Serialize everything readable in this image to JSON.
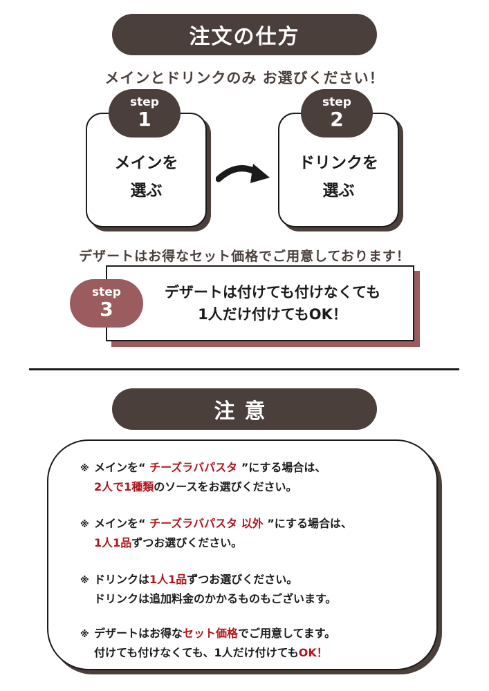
{
  "header": {
    "title": "注文の仕方",
    "subtitle": "メインとドリンクのみ お選びください！"
  },
  "steps": [
    {
      "label": "step",
      "number": "1",
      "line1": "メインを",
      "line2": "選ぶ"
    },
    {
      "label": "step",
      "number": "2",
      "line1": "ドリンクを",
      "line2": "選ぶ"
    }
  ],
  "dessert": {
    "subtitle": "デザートはお得なセット価格でご用意しております！",
    "step": {
      "label": "step",
      "number": "3"
    },
    "line1": "デザートは付けても付けなくても",
    "line2": "1人だけ付けてもOK！"
  },
  "caution": {
    "title": "注意",
    "mark": "※",
    "notes": [
      {
        "l1_a": "メインを“ ",
        "l1_b": "チーズラバパスタ",
        "l1_c": " ”にする場合は、",
        "l2_a": "2人で1種類",
        "l2_b": "のソースをお選びください。"
      },
      {
        "l1_a": "メインを“ ",
        "l1_b": "チーズラバパスタ 以外",
        "l1_c": " ”にする場合は、",
        "l2_a": "1人1品",
        "l2_b": "ずつお選びください。"
      },
      {
        "l1_a": "ドリンクは",
        "l1_b": "1人1品",
        "l1_c": "ずつお選びください。",
        "l2_a": "ドリンクは追加料金のかかるものもございます。"
      },
      {
        "l1_a": "デザートはお得な",
        "l1_b": "セット価格",
        "l1_c": "でご用意してます。",
        "l2_a": "付けても付けなくても、1人だけ付けても",
        "l2_b": "OK！"
      }
    ]
  },
  "colors": {
    "dark_brown": "#4a3f3b",
    "rose": "#9a5c5e",
    "accent_red": "#b0141b"
  }
}
